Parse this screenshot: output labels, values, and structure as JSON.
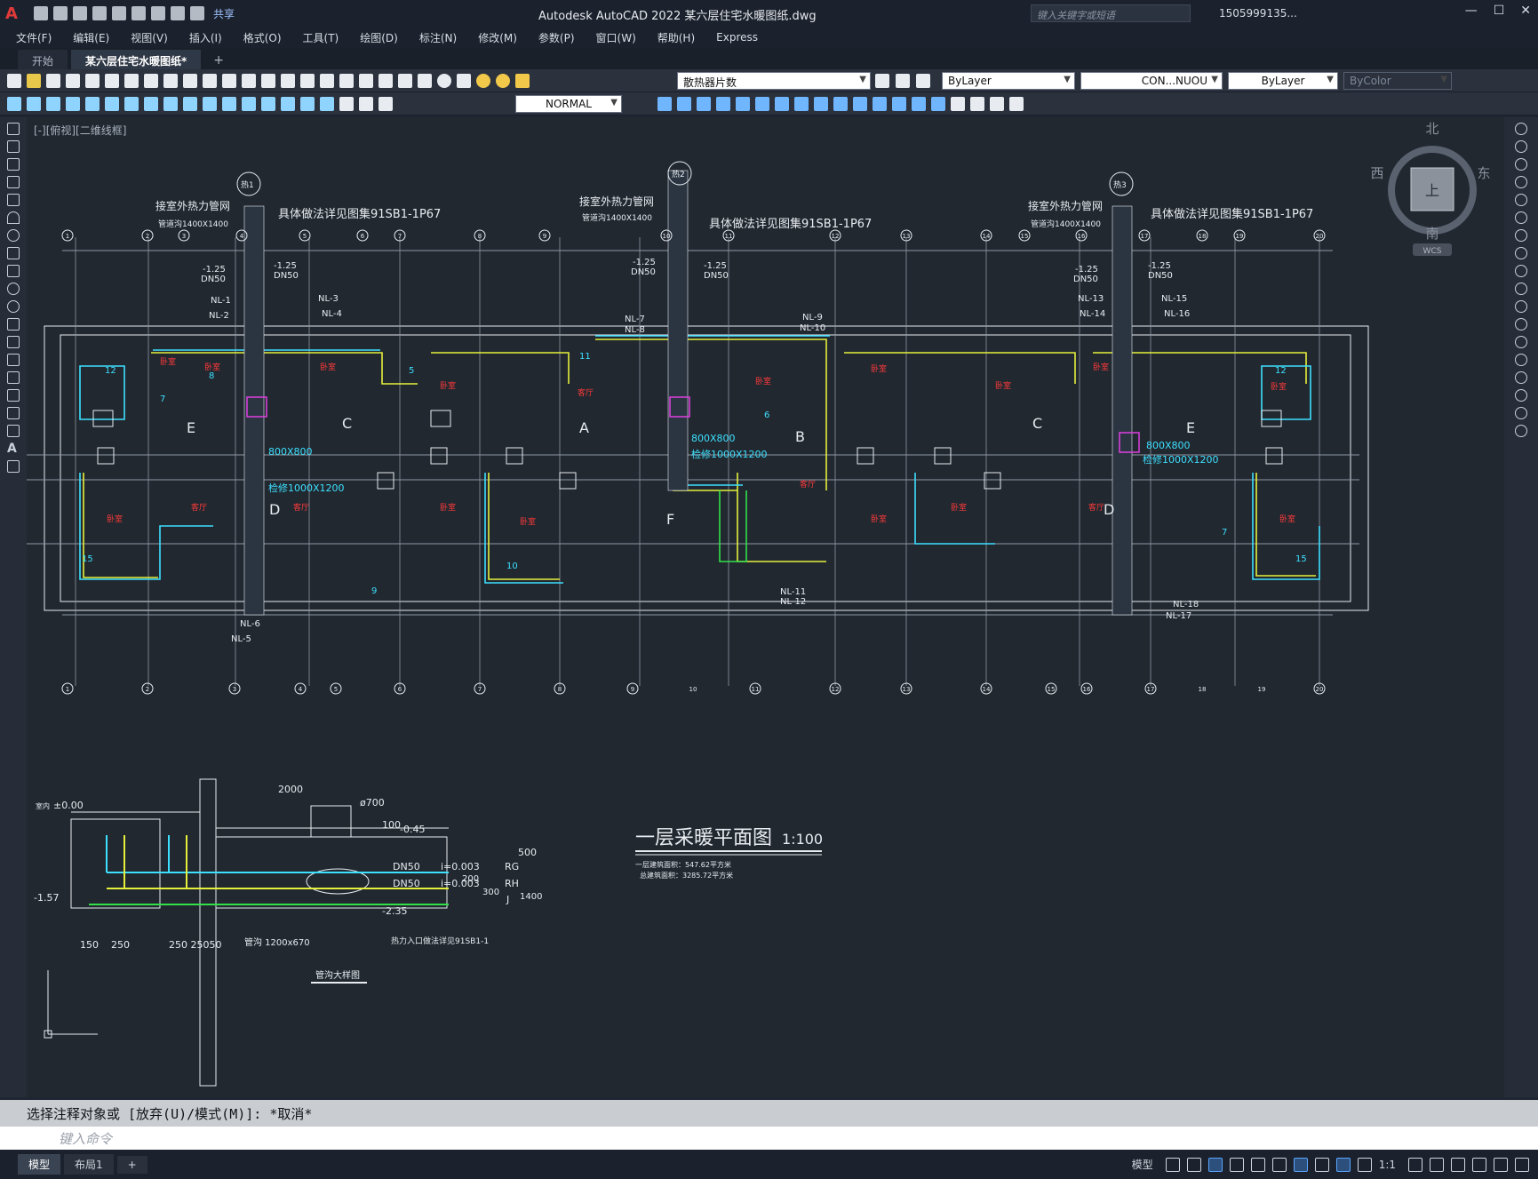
{
  "titlebar": {
    "app_letter": "A",
    "share": "共享",
    "title": "Autodesk AutoCAD 2022    某六层住宅水暖图纸.dwg",
    "search_placeholder": "键入关键字或短语",
    "user": "1505999135..."
  },
  "menu": [
    "文件(F)",
    "编辑(E)",
    "视图(V)",
    "插入(I)",
    "格式(O)",
    "工具(T)",
    "绘图(D)",
    "标注(N)",
    "修改(M)",
    "参数(P)",
    "窗口(W)",
    "帮助(H)",
    "Express"
  ],
  "tabs": [
    {
      "label": "开始",
      "active": false
    },
    {
      "label": "某六层住宅水暖图纸*",
      "active": true
    }
  ],
  "toolbar": {
    "layer": "散热器片数",
    "color": "ByLayer",
    "linetype": "CON...NUOU",
    "lineweight": "ByLayer",
    "plotstyle": "ByColor",
    "dimstyle": "NORMAL"
  },
  "viewport": {
    "label": "[-][俯视][二维线框]"
  },
  "viewcube": {
    "north": "北",
    "south": "南",
    "east": "东",
    "west": "西",
    "top": "上",
    "wcs": "WCS"
  },
  "drawing": {
    "heat_entries": [
      {
        "tag": "热1",
        "note1": "接室外热力管网",
        "note2": "管道沟1400X1400",
        "ref": "具体做法详见图集91SB1-1P67"
      },
      {
        "tag": "热2",
        "note1": "接室外热力管网",
        "note2": "管道沟1400X1400",
        "ref": "具体做法详见图集91SB1-1P67"
      },
      {
        "tag": "热3",
        "note1": "接室外热力管网",
        "note2": "管道沟1400X1400",
        "ref": "具体做法详见图集91SB1-1P67"
      }
    ],
    "axis_top": [
      "1",
      "2",
      "3",
      "4",
      "5",
      "6",
      "7",
      "8",
      "9",
      "10",
      "11",
      "12",
      "13",
      "14",
      "15",
      "16",
      "17",
      "18",
      "19",
      "20"
    ],
    "axis_bottom": [
      "1",
      "2",
      "3",
      "4",
      "5",
      "6",
      "7",
      "8",
      "9",
      "10",
      "11",
      "12",
      "13",
      "14",
      "15",
      "16",
      "17",
      "18",
      "19",
      "20"
    ],
    "room_letters": [
      "E",
      "C",
      "A",
      "B",
      "C",
      "E",
      "D",
      "F",
      "D"
    ],
    "pipe_labels": [
      "NL-1",
      "NL-2",
      "NL-3",
      "NL-4",
      "NL-5",
      "NL-6",
      "NL-7",
      "NL-8",
      "NL-9",
      "NL-10",
      "NL-11",
      "NL-12",
      "NL-13",
      "NL-14",
      "NL-15",
      "NL-16",
      "NL-17",
      "NL-18"
    ],
    "dn_labels": [
      "-1.25",
      "DN50"
    ],
    "manhole": [
      "800X800",
      "检修1000X1200"
    ],
    "radiator_counts": [
      "12",
      "7",
      "8",
      "5",
      "11",
      "15",
      "9",
      "10",
      "6"
    ],
    "plan_title": "一层采暖平面图",
    "plan_scale": "1:100",
    "area_note1": "一层建筑面积：547.62平方米",
    "area_note2": "总建筑面积：3285.72平方米",
    "detail": {
      "indoor": "室内",
      "level_0": "±0.00",
      "level_157": "-1.57",
      "level_045": "-0.45",
      "level_235": "-2.35",
      "dim_2000": "2000",
      "dia_700": "ø700",
      "dim_100": "100",
      "dim_500": "500",
      "dim_1400": "1400",
      "dim_300": "300",
      "dim_200": "200",
      "dim_250": "250",
      "dim_150": "150",
      "dim_25050": "250 25050",
      "pipe1": "DN50",
      "slope1": "i=0.003",
      "tag1": "RG",
      "pipe2": "DN50",
      "slope2": "i=0.003",
      "tag2": "RH",
      "tag3": "J",
      "trench": "管沟 1200x670",
      "ref": "热力入口做法详见91SB1-1",
      "caption": "管沟大样图"
    }
  },
  "command": {
    "history": "选择注释对象或 [放弃(U)/模式(M)]: *取消*",
    "placeholder": "键入命令"
  },
  "status": {
    "tabs": [
      "模型",
      "布局1"
    ],
    "model_label": "模型",
    "scale": "1:1"
  }
}
